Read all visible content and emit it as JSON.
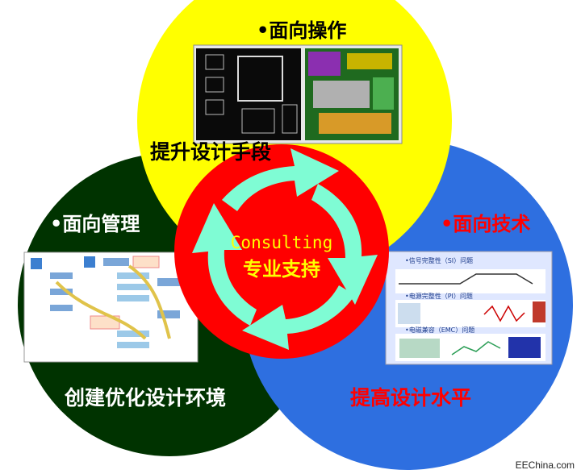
{
  "circles": {
    "top": {
      "bullet_title": "•面向操作",
      "subtitle": "提升设计手段",
      "color": "#ffff00"
    },
    "left": {
      "bullet_title": "•面向管理",
      "subtitle": "创建优化设计环境",
      "color": "#003300"
    },
    "right": {
      "bullet_title": "•面向技术",
      "subtitle": "提高设计水平",
      "color": "#2e6fe0"
    }
  },
  "center": {
    "line1": "Consulting",
    "line2": "专业支持",
    "color": "#ff0000",
    "arrow_color": "#7ffcd4"
  },
  "tech_panel": {
    "row1": "•信号完整性（SI）问题",
    "row2": "•电源完整性（PI）问题",
    "row3": "•电磁兼容（EMC）问题"
  },
  "watermark": "EEChina.com"
}
